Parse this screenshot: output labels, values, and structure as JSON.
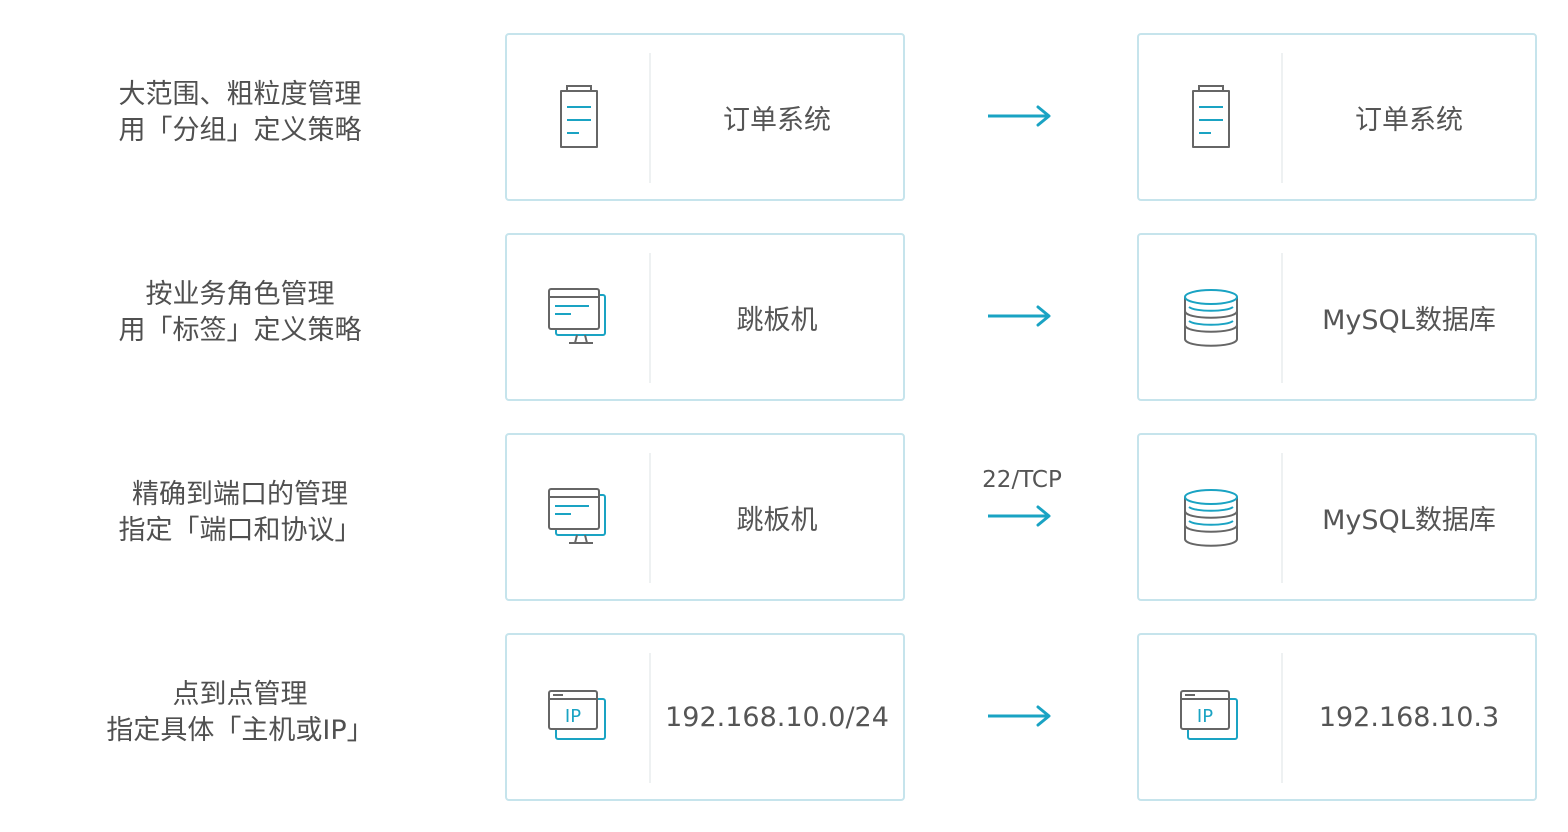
{
  "colors": {
    "accent": "#1aa3c3",
    "icon_gray": "#666666",
    "card_border": "#c6e4ec"
  },
  "rows": [
    {
      "desc": [
        "大范围、粗粒度管理",
        "用「分组」定义策略"
      ],
      "source": {
        "icon": "document-icon",
        "label": "订单系统"
      },
      "protocol": "",
      "target": {
        "icon": "document-icon",
        "label": "订单系统"
      }
    },
    {
      "desc": [
        "按业务角色管理",
        "用「标签」定义策略"
      ],
      "source": {
        "icon": "monitor-icon",
        "label": "跳板机"
      },
      "protocol": "",
      "target": {
        "icon": "database-icon",
        "label": "MySQL数据库"
      }
    },
    {
      "desc": [
        "精确到端口的管理",
        "指定「端口和协议」"
      ],
      "source": {
        "icon": "monitor-icon",
        "label": "跳板机"
      },
      "protocol": "22/TCP",
      "target": {
        "icon": "database-icon",
        "label": "MySQL数据库"
      }
    },
    {
      "desc": [
        "点到点管理",
        "指定具体「主机或IP」"
      ],
      "source": {
        "icon": "ip-window-icon",
        "label": "192.168.10.0/24"
      },
      "protocol": "",
      "target": {
        "icon": "ip-window-icon",
        "label": "192.168.10.3"
      }
    }
  ]
}
